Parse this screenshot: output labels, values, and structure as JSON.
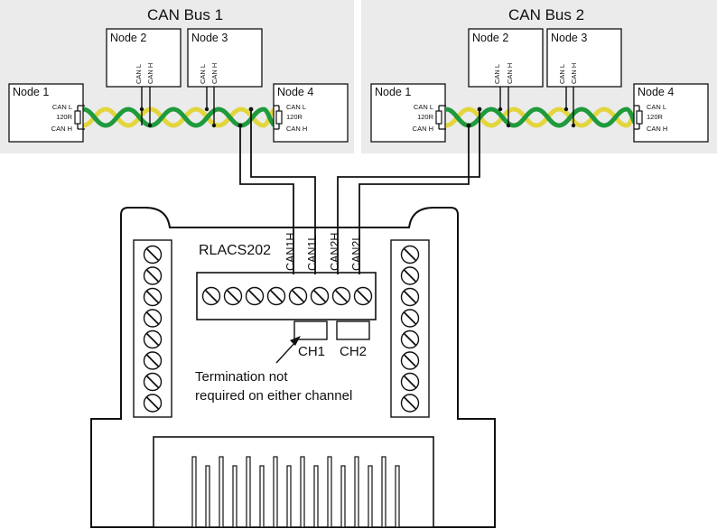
{
  "colors": {
    "panel_bg": "#ebebeb",
    "wire_green": "#1f9a3c",
    "wire_yellow": "#e3d53c",
    "line": "#111111"
  },
  "bus1": {
    "title": "CAN Bus 1",
    "node1": {
      "name": "Node 1",
      "can_l": "CAN L",
      "res": "120R",
      "can_h": "CAN H"
    },
    "node2": {
      "name": "Node 2",
      "can_l": "CAN L",
      "can_h": "CAN H"
    },
    "node3": {
      "name": "Node 3",
      "can_l": "CAN L",
      "can_h": "CAN H"
    },
    "node4": {
      "name": "Node 4",
      "can_l": "CAN L",
      "res": "120R",
      "can_h": "CAN H"
    }
  },
  "bus2": {
    "title": "CAN Bus 2",
    "node1": {
      "name": "Node 1",
      "can_l": "CAN L",
      "res": "120R",
      "can_h": "CAN H"
    },
    "node2": {
      "name": "Node 2",
      "can_l": "CAN L",
      "can_h": "CAN H"
    },
    "node3": {
      "name": "Node 3",
      "can_l": "CAN L",
      "can_h": "CAN H"
    },
    "node4": {
      "name": "Node 4",
      "can_l": "CAN L",
      "res": "120R",
      "can_h": "CAN H"
    }
  },
  "device": {
    "model": "RLACS202",
    "terminals": [
      "CAN1H",
      "CAN1L",
      "CAN2H",
      "CAN2L"
    ],
    "switch1": "CH1",
    "switch2": "CH2",
    "note_line1": "Termination not",
    "note_line2": "required on either channel"
  }
}
